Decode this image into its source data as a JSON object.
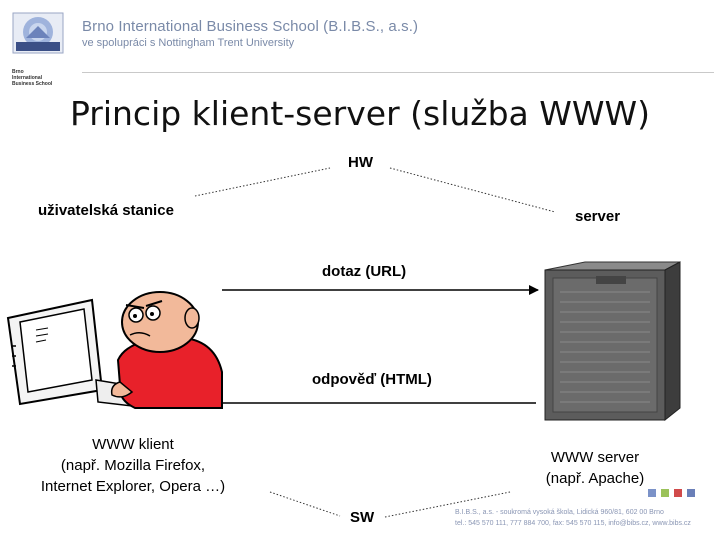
{
  "header": {
    "school_name": "Brno International Business School (B.I.B.S., a.s.)",
    "school_sub": "ve spolupráci s Nottingham Trent University",
    "logo_lines": [
      "Brno",
      "International",
      "Business School"
    ]
  },
  "slide": {
    "title": "Princip klient-server (služba WWW)",
    "hw": "HW",
    "station": "uživatelská stanice",
    "server": "server",
    "query": "dotaz (URL)",
    "response": "odpověď (HTML)",
    "client_lines": [
      "WWW klient",
      "(např. Mozilla Firefox,",
      "Internet Explorer, Opera …)"
    ],
    "server_lines": [
      "WWW server",
      "(např. Apache)"
    ],
    "sw": "SW"
  },
  "footer": {
    "line1": "B.I.B.S., a.s. - soukromá vysoká škola, Lidická 960/81, 602 00 Brno",
    "line2": "tel.: 545 570 111, 777 884 700, fax: 545 570 115, info@bibs.cz, www.bibs.cz"
  },
  "colors": {
    "accent_text": "#7a8aa8",
    "squares": [
      "#7b92c8",
      "#9bc25a",
      "#d14a4a",
      "#6a7fb8"
    ]
  }
}
